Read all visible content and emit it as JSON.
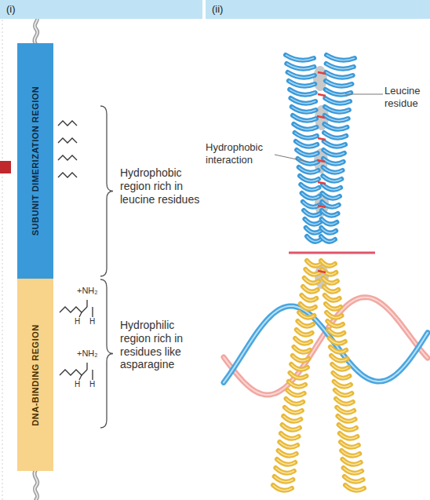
{
  "diagram": {
    "nodes": [
      {
        "text": [
          "(i)"
        ]
      },
      {
        "text": [
          "(ii)"
        ]
      },
      {
        "text": [
          "SUBUNIT DIMERIZATION REGION"
        ]
      },
      {
        "text": [
          "DNA-BINDING REGION"
        ]
      }
    ],
    "labels": [
      "Hydrophobic region rich in leucine residues",
      "+NH₂",
      "H",
      "H",
      "+NH₂",
      "H",
      "H",
      "Hydrophilic region rich in residues like asparagine",
      "Hydrophobic interaction",
      "Leucine residue"
    ]
  }
}
